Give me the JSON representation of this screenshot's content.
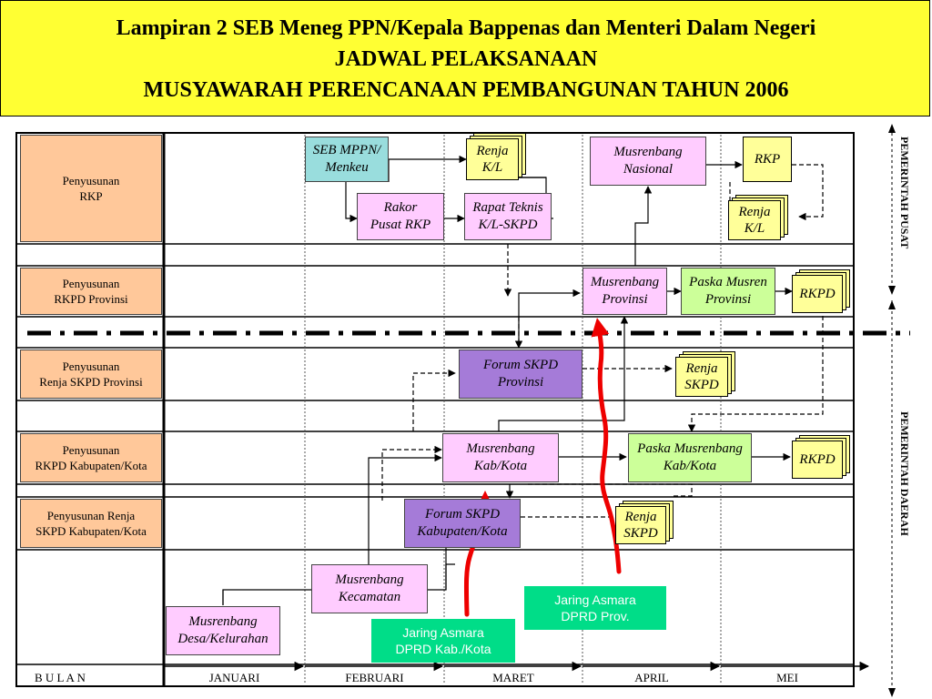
{
  "header": {
    "line1": "Lampiran 2 SEB Meneg PPN/Kepala Bappenas dan Menteri Dalam Negeri",
    "line2": "JADWAL PELAKSANAAN",
    "line3": "MUSYAWARAH PERENCANAAN PEMBANGUNAN TAHUN 2006"
  },
  "rows": [
    "Penyusunan\nRKP",
    "Penyusunan\nRKPD Provinsi",
    "Penyusunan\nRenja SKPD Provinsi",
    "Penyusunan\nRKPD Kabupaten/Kota",
    "Penyusunan Renja\nSKPD Kabupaten/Kota"
  ],
  "months": {
    "label": "B U L A N",
    "items": [
      "JANUARI",
      "FEBRUARI",
      "MARET",
      "APRIL",
      "MEI"
    ]
  },
  "boxes": {
    "seb": "SEB MPPN/\nMenkeu",
    "rakor": "Rakor\nPusat RKP",
    "rapat": "Rapat Teknis\nK/L-SKPD",
    "mus_nasional": "Musrenbang\nNasional",
    "mus_provinsi": "Musrenbang\nProvinsi",
    "paska_provinsi": "Paska Musren\nProvinsi",
    "forum_prov": "Forum SKPD\nProvinsi",
    "mus_kabkota": "Musrenbang\nKab/Kota",
    "paska_kabkota": "Paska Musrenbang\nKab/Kota",
    "forum_kab": "Forum SKPD\nKabupaten/Kota",
    "mus_kecamatan": "Musrenbang\nKecamatan",
    "mus_desa": "Musrenbang\nDesa/Kelurahan"
  },
  "docs": {
    "renja_kl_top": "Renja\nK/L",
    "rkp": "RKP",
    "renja_kl_right": "Renja\nK/L",
    "rkpd_prov": "RKPD",
    "renja_skpd_prov": "Renja\nSKPD",
    "rkpd_kab": "RKPD",
    "renja_skpd_kab": "Renja\nSKPD"
  },
  "side": {
    "pusat": "PEMERINTAH PUSAT",
    "daerah": "PEMERINTAH DAERAH"
  },
  "callouts": {
    "prov": "Jaring Asmara\nDPRD Prov.",
    "kab": "Jaring Asmara\nDPRD Kab./Kota"
  },
  "colors": {
    "header_bg": "#ffff33",
    "row_label_bg": "#ffc89a",
    "pink_box": "#ffccff",
    "purple_box": "#a57bd8",
    "cyan_box": "#99dddd",
    "green_box": "#ccff99",
    "doc_yellow": "#ffff99",
    "callout_green": "#00dd88",
    "red_arrow": "#ee0000"
  }
}
